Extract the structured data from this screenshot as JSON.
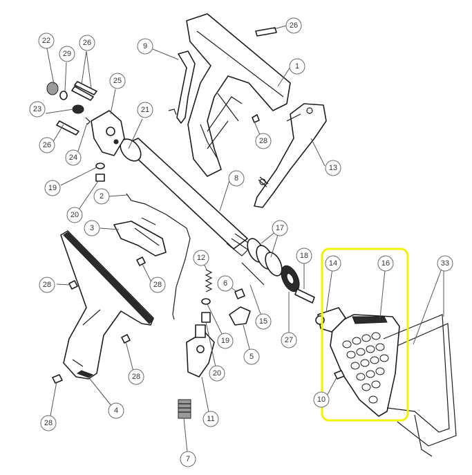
{
  "diagram": {
    "type": "exploded-parts-diagram",
    "highlight_color": "#f3f000",
    "callouts": [
      {
        "id": "c22",
        "label": "22"
      },
      {
        "id": "c29",
        "label": "29"
      },
      {
        "id": "c26a",
        "label": "26"
      },
      {
        "id": "c25",
        "label": "25"
      },
      {
        "id": "c23",
        "label": "23"
      },
      {
        "id": "c21",
        "label": "21"
      },
      {
        "id": "c26b",
        "label": "26"
      },
      {
        "id": "c24",
        "label": "24"
      },
      {
        "id": "c19a",
        "label": "19"
      },
      {
        "id": "c20a",
        "label": "20"
      },
      {
        "id": "c9",
        "label": "9"
      },
      {
        "id": "c26c",
        "label": "26"
      },
      {
        "id": "c1",
        "label": "1"
      },
      {
        "id": "c28a",
        "label": "28"
      },
      {
        "id": "c13",
        "label": "13"
      },
      {
        "id": "c8",
        "label": "8"
      },
      {
        "id": "c2",
        "label": "2"
      },
      {
        "id": "c3",
        "label": "3"
      },
      {
        "id": "c17",
        "label": "17"
      },
      {
        "id": "c18",
        "label": "18"
      },
      {
        "id": "c12",
        "label": "12"
      },
      {
        "id": "c6",
        "label": "6"
      },
      {
        "id": "c28b",
        "label": "28"
      },
      {
        "id": "c28c",
        "label": "28"
      },
      {
        "id": "c15",
        "label": "15"
      },
      {
        "id": "c19b",
        "label": "19"
      },
      {
        "id": "c27",
        "label": "27"
      },
      {
        "id": "c5",
        "label": "5"
      },
      {
        "id": "c20b",
        "label": "20"
      },
      {
        "id": "c28d",
        "label": "28"
      },
      {
        "id": "c4",
        "label": "4"
      },
      {
        "id": "c11",
        "label": "11"
      },
      {
        "id": "c28e",
        "label": "28"
      },
      {
        "id": "c7",
        "label": "7"
      },
      {
        "id": "c14",
        "label": "14"
      },
      {
        "id": "c16",
        "label": "16"
      },
      {
        "id": "c33",
        "label": "33"
      },
      {
        "id": "c10",
        "label": "10"
      }
    ]
  }
}
